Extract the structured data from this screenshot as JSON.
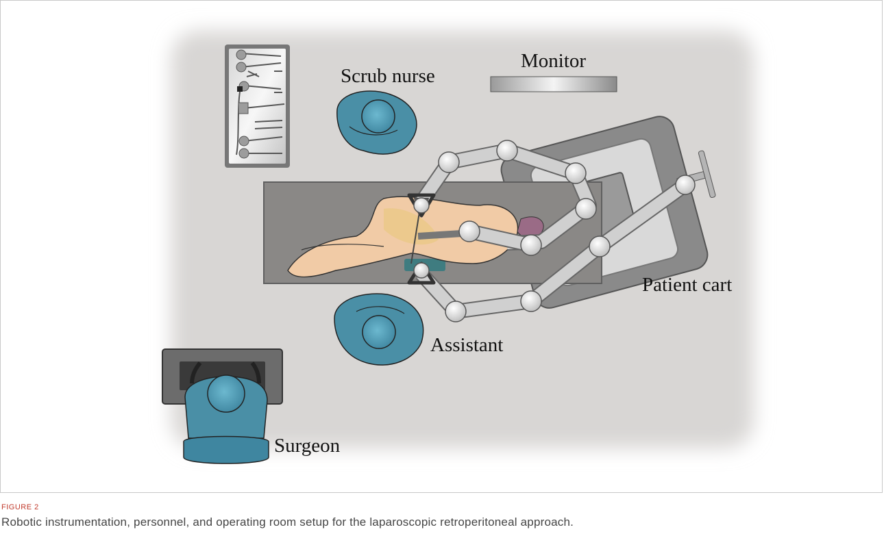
{
  "figure": {
    "label": "FIGURE 2",
    "caption": "Robotic instrumentation, personnel, and operating room setup for the laparoscopic retroperitoneal approach."
  },
  "labels": {
    "scrub_nurse": "Scrub nurse",
    "monitor": "Monitor",
    "patient_cart": "Patient cart",
    "assistant": "Assistant",
    "surgeon": "Surgeon"
  },
  "colors": {
    "room_floor": "#d8d6d4",
    "operating_table": "#8a8886",
    "scrubs": "#4a8fa6",
    "cap": "#5aa7bf",
    "robot_arm": "#d0d0d0",
    "patient_skin": "#f1cba6",
    "caption_label": "#c0392b"
  }
}
